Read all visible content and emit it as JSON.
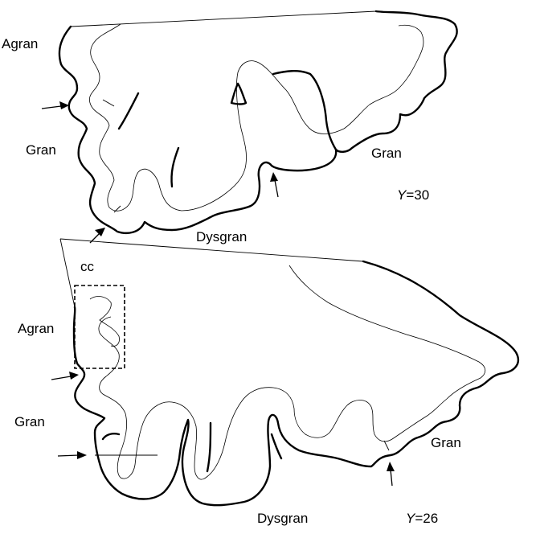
{
  "sections": [
    {
      "labels": {
        "agran": "Agran",
        "gran_left": "Gran",
        "gran_right": "Gran",
        "dysgran": "Dysgran",
        "y_prefix": "Y",
        "y_value": "=30"
      }
    },
    {
      "labels": {
        "cc": "cc",
        "agran": "Agran",
        "gran_left": "Gran",
        "gran_right": "Gran",
        "dysgran": "Dysgran",
        "y_prefix": "Y",
        "y_value": "=26"
      }
    }
  ],
  "colors": {
    "ink": "#000000",
    "background": "#ffffff"
  }
}
